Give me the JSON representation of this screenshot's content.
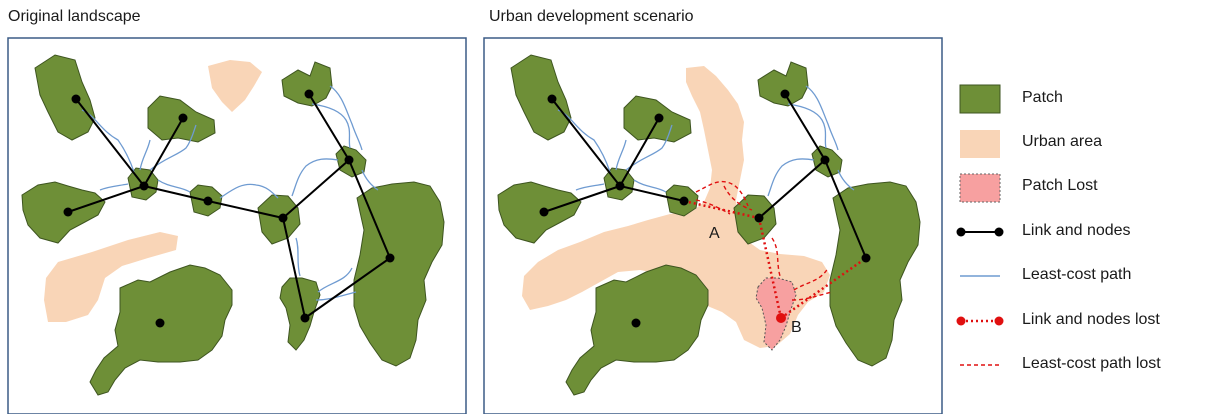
{
  "panels": {
    "left_title": "Original landscape",
    "right_title": "Urban development scenario"
  },
  "labels": {
    "a": "A",
    "b": "B"
  },
  "legend": [
    {
      "label": "Patch",
      "icon": "patch-swatch"
    },
    {
      "label": "Urban area",
      "icon": "urban-swatch"
    },
    {
      "label": "Patch Lost",
      "icon": "patch-lost-swatch"
    },
    {
      "label": "Link and nodes",
      "icon": "link-nodes-icon"
    },
    {
      "label": "Least-cost path",
      "icon": "least-cost-path-icon"
    },
    {
      "label": "Link and nodes lost",
      "icon": "link-nodes-lost-icon"
    },
    {
      "label": "Least-cost path lost",
      "icon": "least-cost-path-lost-icon"
    }
  ],
  "colors": {
    "patch_fill": "#6e8f37",
    "patch_stroke": "#3e5520",
    "urban_fill": "#f9d5b7",
    "patch_lost_fill": "#f7a0a0",
    "link": "#000000",
    "least_cost": "#6f9bd1",
    "lost": "#e01010",
    "frame": "#3b5b86"
  }
}
